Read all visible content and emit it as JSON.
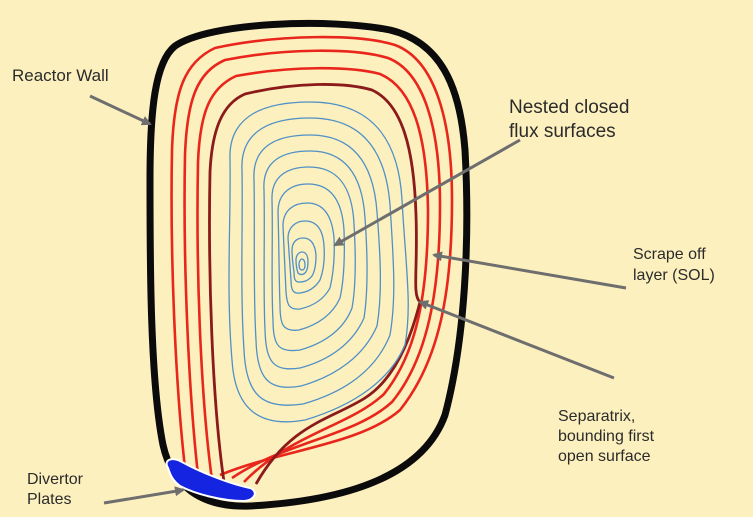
{
  "colors": {
    "background": "#fdf0bf",
    "reactor_wall": "#0b0b0b",
    "scrape_off_layer": "#e8261c",
    "separatrix": "#8b1a1a",
    "closed_flux_surfaces": "#4f90c6",
    "divertor_plates": "#1524e0",
    "arrow": "#6e6e6e"
  },
  "labels": {
    "reactor_wall": "Reactor Wall",
    "nested_closed": [
      "Nested closed",
      "flux surfaces"
    ],
    "scrape_off": [
      "Scrape off",
      "layer (SOL)"
    ],
    "separatrix": [
      "Separatrix,",
      "bounding first",
      "open surface"
    ],
    "divertor": [
      "Divertor",
      "Plates"
    ]
  }
}
